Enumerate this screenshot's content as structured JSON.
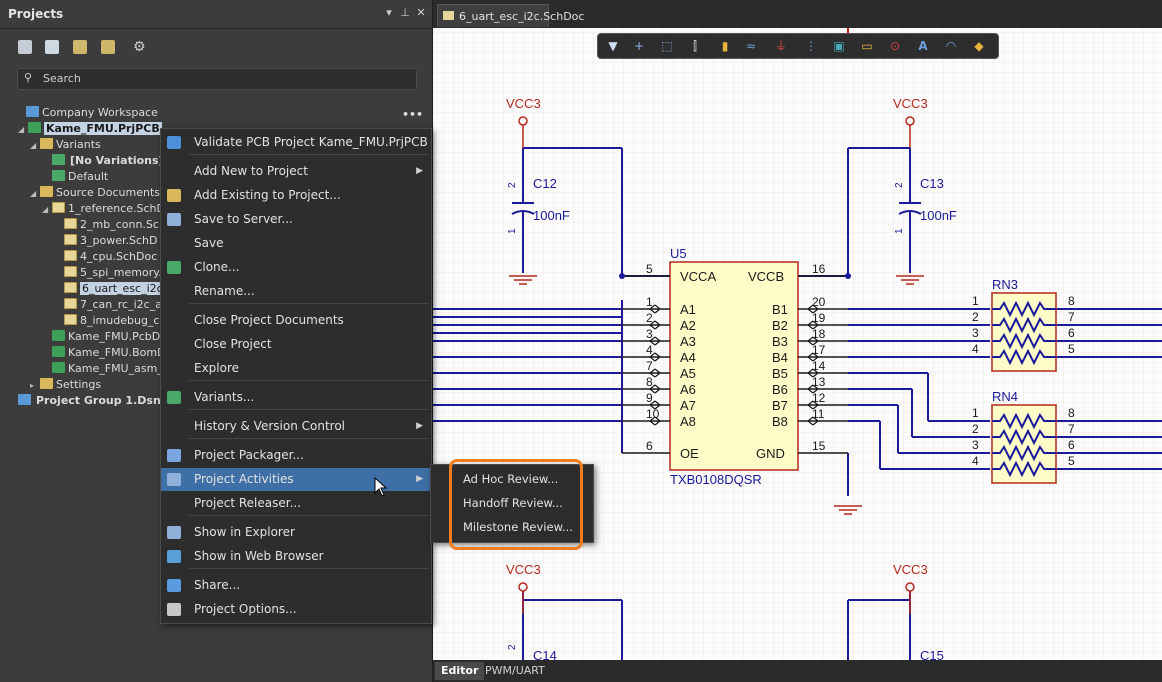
{
  "panel": {
    "title": "Projects",
    "controls": [
      "▾",
      "⊥",
      "✕"
    ],
    "search_placeholder": "Search",
    "tree": [
      {
        "label": "Company Workspace",
        "icon": "workspace"
      },
      {
        "label": "Kame_FMU.PrjPCB",
        "icon": "pcb-project"
      },
      {
        "label": "Variants",
        "icon": "folder"
      },
      {
        "label": "[No Variations]",
        "icon": "variant"
      },
      {
        "label": "Default",
        "icon": "variant"
      },
      {
        "label": "Source Documents",
        "icon": "folder"
      },
      {
        "label": "1_reference.SchD",
        "icon": "schdoc"
      },
      {
        "label": "2_mb_conn.Sch",
        "icon": "schdoc"
      },
      {
        "label": "3_power.SchD",
        "icon": "schdoc"
      },
      {
        "label": "4_cpu.SchDoc",
        "icon": "schdoc"
      },
      {
        "label": "5_spi_memory.",
        "icon": "schdoc"
      },
      {
        "label": "6_uart_esc_i2c.",
        "icon": "schdoc"
      },
      {
        "label": "7_can_rc_i2c_a",
        "icon": "schdoc"
      },
      {
        "label": "8_imudebug_c",
        "icon": "schdoc"
      },
      {
        "label": "Kame_FMU.PcbD",
        "icon": "pcbdoc"
      },
      {
        "label": "Kame_FMU.BomD",
        "icon": "bomdoc"
      },
      {
        "label": "Kame_FMU_asm_",
        "icon": "asmdoc"
      },
      {
        "label": "Settings",
        "icon": "folder"
      },
      {
        "label": "Project Group 1.DsnWrk",
        "icon": "group"
      }
    ]
  },
  "editor": {
    "tab": "6_uart_esc_i2c.SchDoc",
    "bottom_tabs": [
      "Editor",
      "PWM/UART"
    ]
  },
  "context_menu": {
    "items": [
      "Validate PCB Project Kame_FMU.PrjPCB",
      "Add New to Project",
      "Add Existing to Project...",
      "Save to Server...",
      "Save",
      "Clone...",
      "Rename...",
      "Close Project Documents",
      "Close Project",
      "Explore",
      "Variants...",
      "History & Version Control",
      "Project Packager...",
      "Project Activities",
      "Project Releaser...",
      "Show in Explorer",
      "Show in Web Browser",
      "Share...",
      "Project Options..."
    ]
  },
  "submenu": {
    "items": [
      "Ad Hoc Review...",
      "Handoff Review...",
      "Milestone Review..."
    ]
  },
  "schematic": {
    "power": [
      "VCC3",
      "VCC3",
      "VCC3",
      "VCC3"
    ],
    "caps": [
      {
        "ref": "C12",
        "value": "100nF"
      },
      {
        "ref": "C13",
        "value": "100nF"
      },
      {
        "ref": "C14"
      },
      {
        "ref": "C15"
      }
    ],
    "u5": {
      "ref": "U5",
      "part": "TXB0108DQSR",
      "left_pins": [
        {
          "num": "5",
          "name": "VCCA"
        },
        {
          "num": "1",
          "name": "A1"
        },
        {
          "num": "2",
          "name": "A2"
        },
        {
          "num": "3",
          "name": "A3"
        },
        {
          "num": "4",
          "name": "A4"
        },
        {
          "num": "7",
          "name": "A5"
        },
        {
          "num": "8",
          "name": "A6"
        },
        {
          "num": "9",
          "name": "A7"
        },
        {
          "num": "10",
          "name": "A8"
        },
        {
          "num": "6",
          "name": "OE"
        }
      ],
      "right_pins": [
        {
          "num": "16",
          "name": "VCCB"
        },
        {
          "num": "20",
          "name": "B1"
        },
        {
          "num": "19",
          "name": "B2"
        },
        {
          "num": "18",
          "name": "B3"
        },
        {
          "num": "17",
          "name": "B4"
        },
        {
          "num": "14",
          "name": "B5"
        },
        {
          "num": "13",
          "name": "B6"
        },
        {
          "num": "12",
          "name": "B7"
        },
        {
          "num": "11",
          "name": "B8"
        },
        {
          "num": "15",
          "name": "GND"
        }
      ]
    },
    "rn3": {
      "ref": "RN3",
      "left": [
        "1",
        "2",
        "3",
        "4"
      ],
      "right": [
        "8",
        "7",
        "6",
        "5"
      ]
    },
    "rn4": {
      "ref": "RN4",
      "left": [
        "1",
        "2",
        "3",
        "4"
      ],
      "right": [
        "8",
        "7",
        "6",
        "5"
      ]
    },
    "cap_pin_top": "2",
    "cap_pin_bottom": "1"
  },
  "colors": {
    "accent": "#3e6fa6",
    "highlight_box": "#ef7e22",
    "wire": "#1a1a9a",
    "power": "#b5291c",
    "component_fill": "#fefdc8"
  }
}
